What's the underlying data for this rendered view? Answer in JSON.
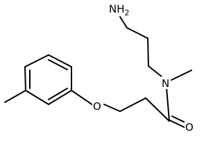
{
  "molecule": {
    "atoms": {
      "amine": "NH2",
      "amide_nitrogen": "N",
      "amide_oxygen": "O",
      "ether_oxygen": "O"
    },
    "colors": {
      "bond": "#000000",
      "label": "#000000",
      "background": "#ffffff"
    }
  }
}
